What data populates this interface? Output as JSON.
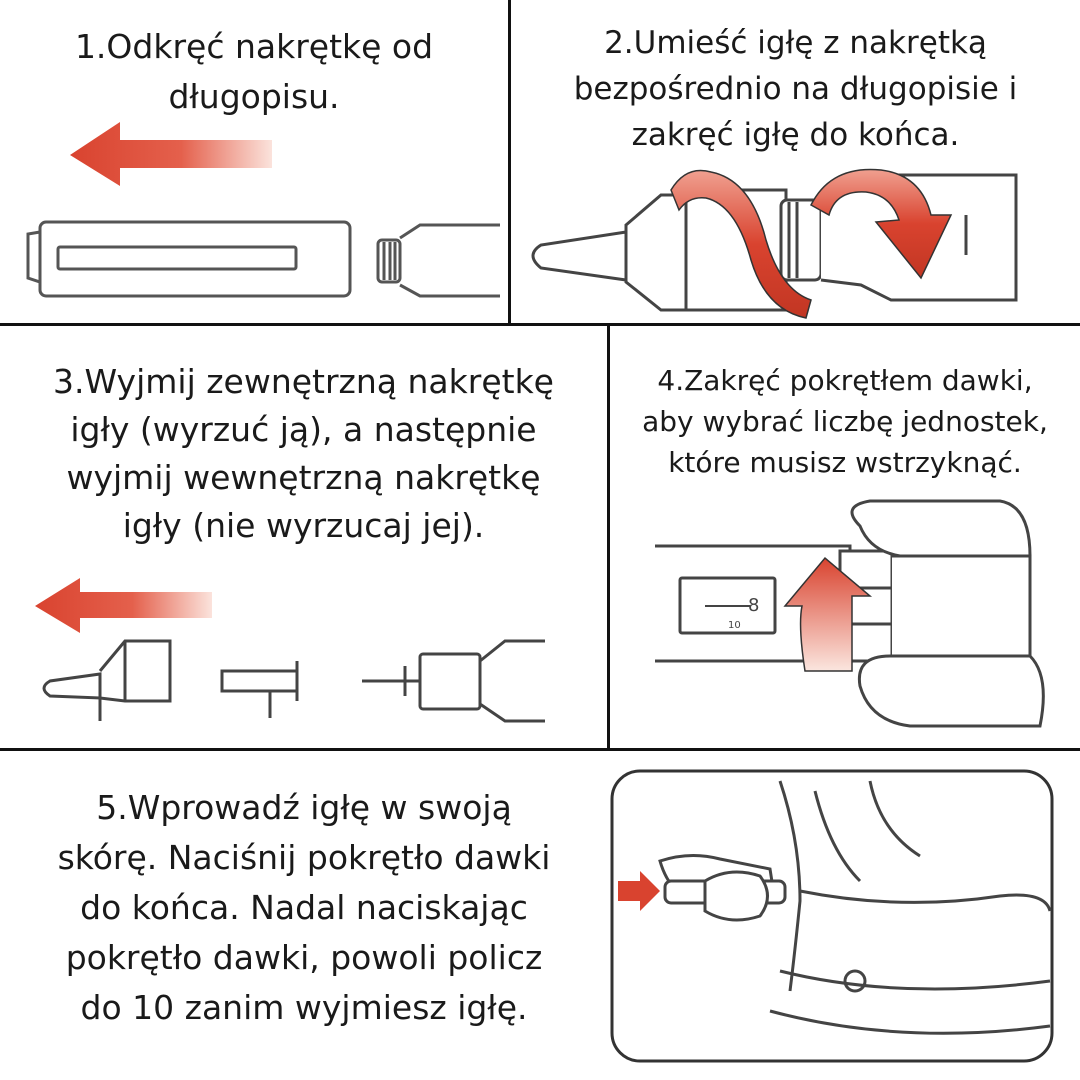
{
  "colors": {
    "arrow": "#d9432f",
    "arrow_light": "#f6d3cb",
    "line": "#111111",
    "drawing": "#444444"
  },
  "steps": [
    {
      "text": "1.Odkręć nakrętkę od\ndługopisu.",
      "illustration": "pen-cap-removal"
    },
    {
      "text": "2.Umieść igłę z nakrętką\nbezpośrednio na długopisie i\nzakręć igłę do końca.",
      "illustration": "needle-screw-on"
    },
    {
      "text": "3.Wyjmij zewnętrzną nakrętkę\nigły (wyrzuć ją), a następnie\nwyjmij wewnętrzną nakrętkę\nigły (nie wyrzucaj jej).",
      "illustration": "needle-caps-removal"
    },
    {
      "text": "4.Zakręć pokrętłem dawki,\naby wybrać liczbę jednostek,\nktóre musisz wstrzyknąć.",
      "illustration": "dose-knob-turn"
    },
    {
      "text": "5.Wprowadź igłę w swoją\nskórę. Naciśnij pokrętło dawki\ndo końca. Nadal naciskając\npokrętło dawki, powoli policz\ndo 10 zanim wyjmiesz igłę.",
      "illustration": "injection-abdomen"
    }
  ],
  "dose_window": {
    "digit": "8",
    "scale": "10"
  }
}
